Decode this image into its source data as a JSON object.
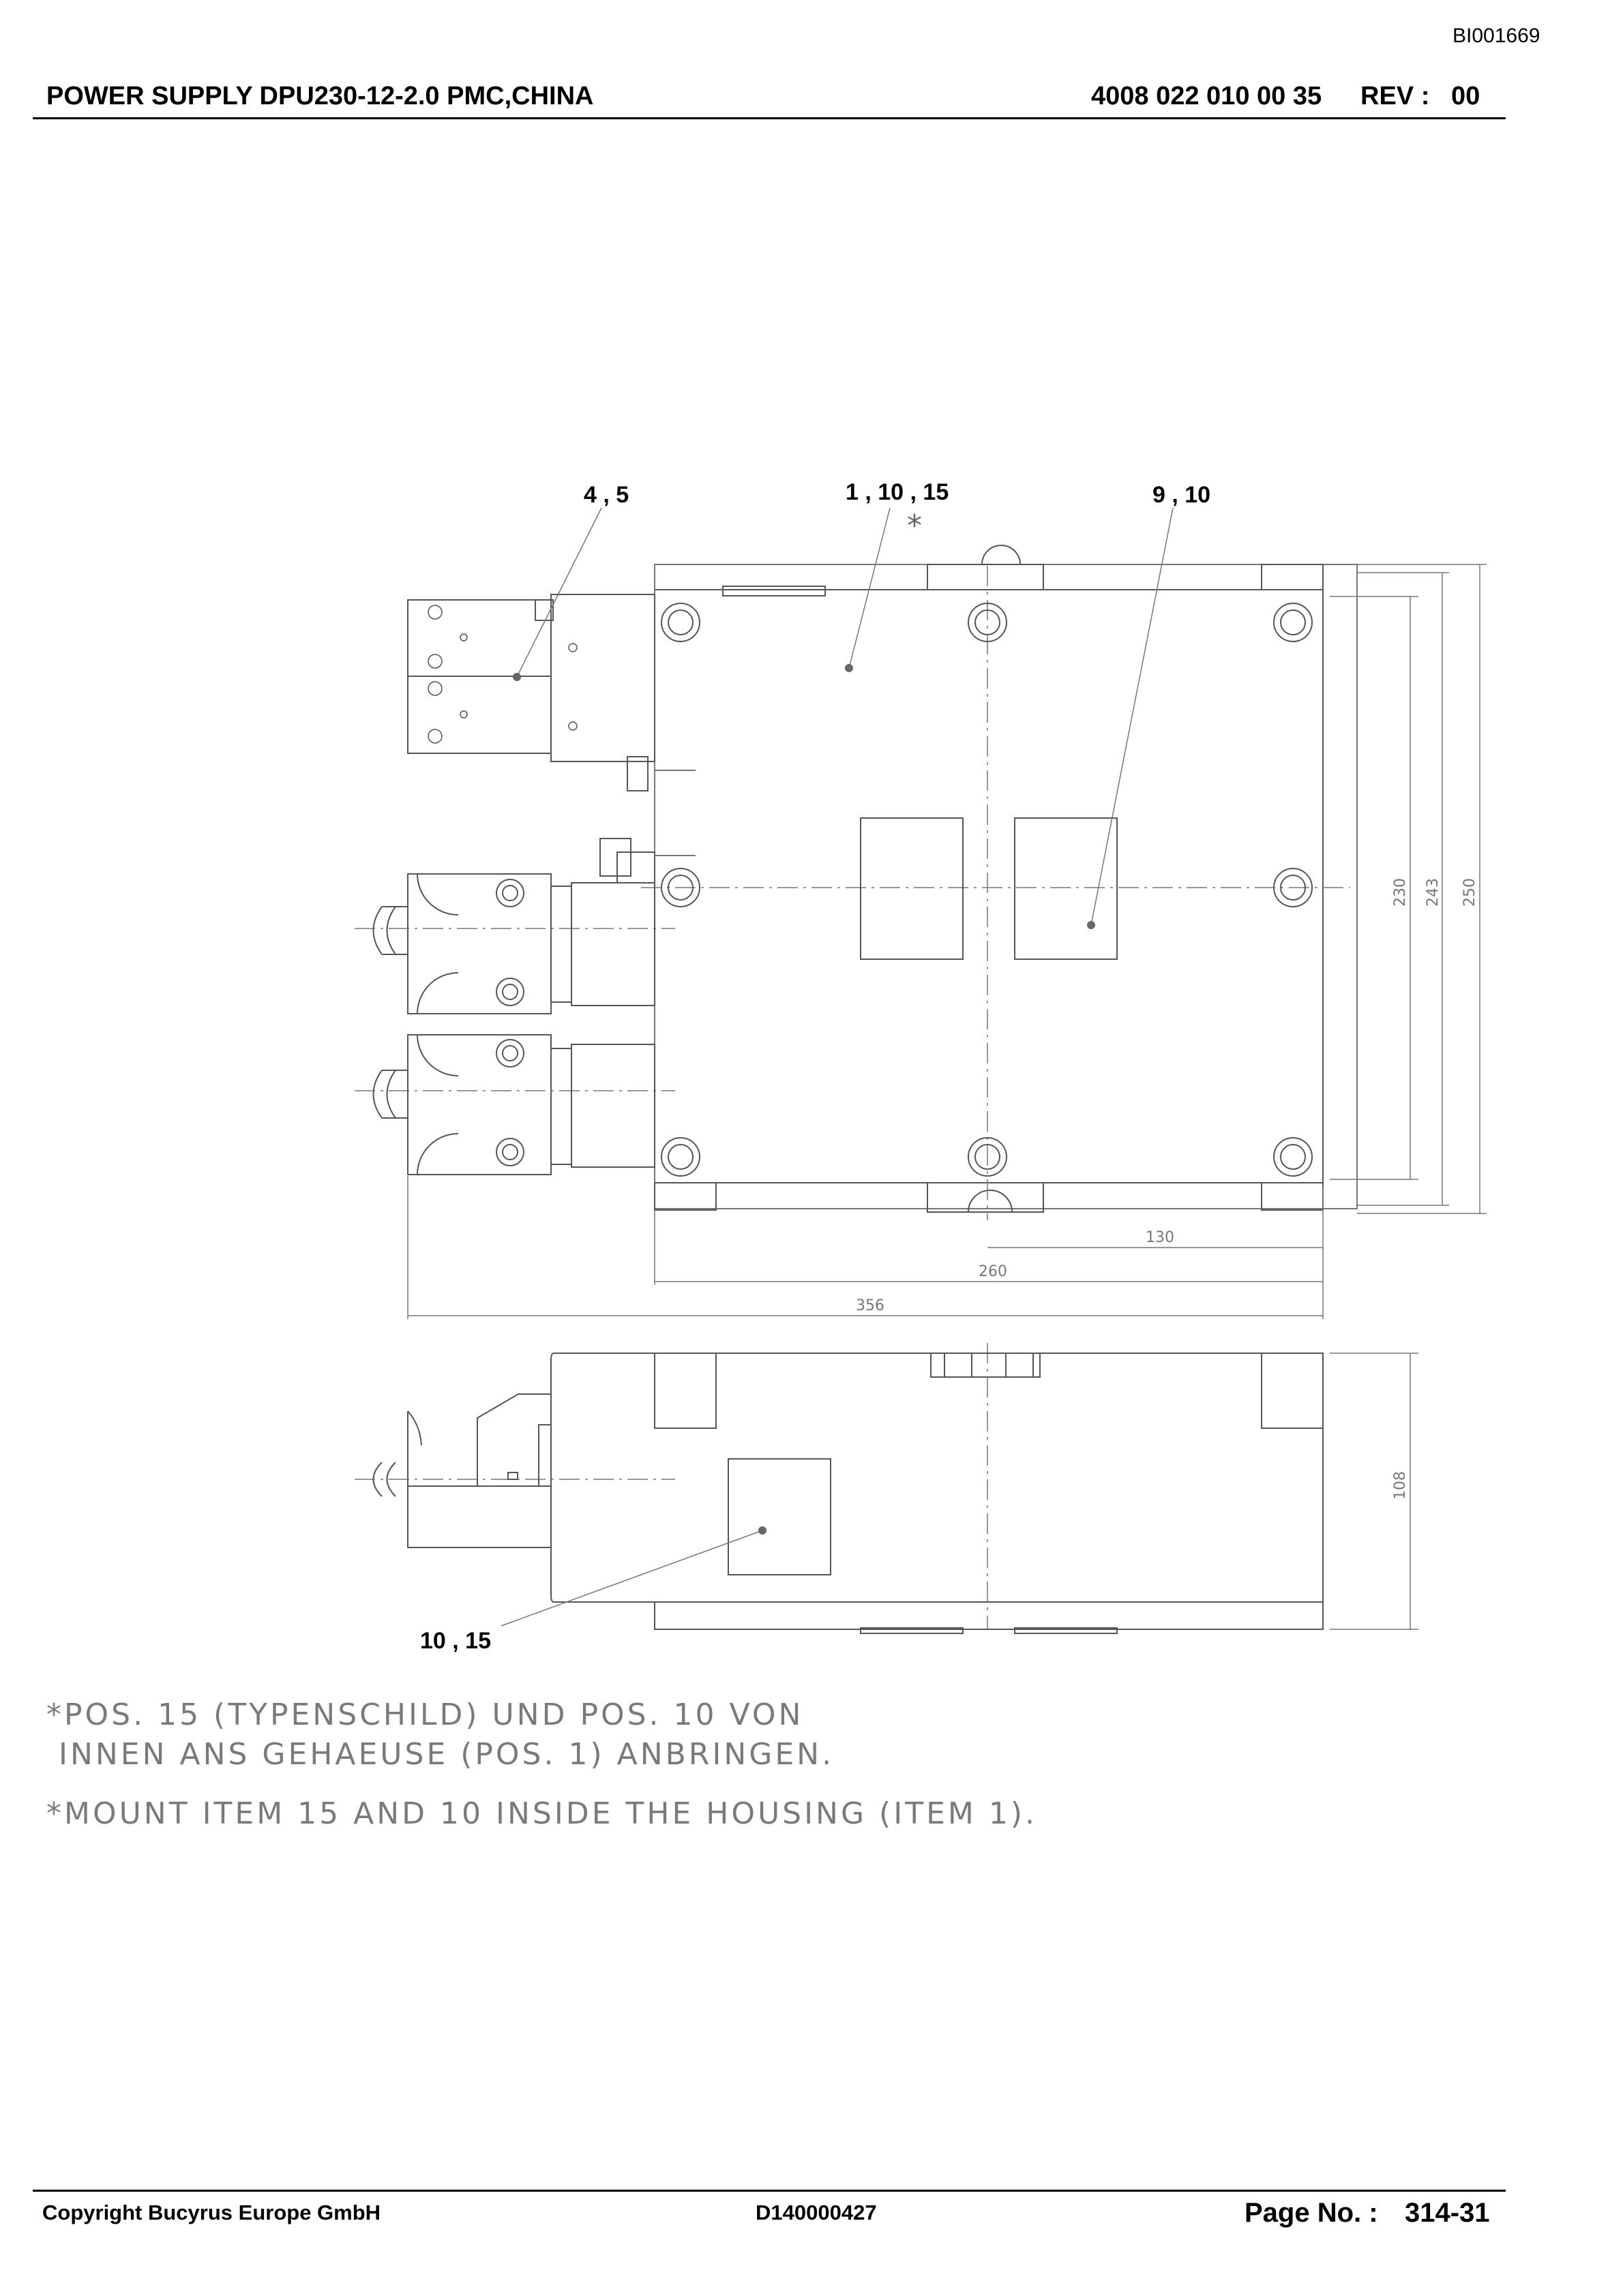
{
  "header": {
    "doc_code": "BI001669",
    "title": "POWER SUPPLY DPU230-12-2.0 PMC,CHINA",
    "part_number": "4008 022 010 00 35",
    "rev_label": "REV :",
    "rev_value": "00"
  },
  "callouts": {
    "c1": "4 , 5",
    "c2": "1 , 10 , 15",
    "c3": "9 , 10",
    "c4": "10 , 15",
    "star": "*"
  },
  "dimensions": {
    "d130": "130",
    "d260": "260",
    "d356": "356",
    "d230": "230",
    "d243": "243",
    "d250": "250",
    "d108": "108"
  },
  "notes": {
    "de_line1": "*POS. 15 (TYPENSCHILD) UND POS. 10 VON",
    "de_line2": " INNEN ANS GEHAEUSE (POS. 1) ANBRINGEN.",
    "en_line1": "*MOUNT ITEM 15 AND 10 INSIDE THE HOUSING (ITEM 1)."
  },
  "footer": {
    "copyright": "Copyright Bucyrus Europe GmbH",
    "doc_number": "D140000427",
    "page_label": "Page No. :",
    "page_value": "314-31"
  }
}
